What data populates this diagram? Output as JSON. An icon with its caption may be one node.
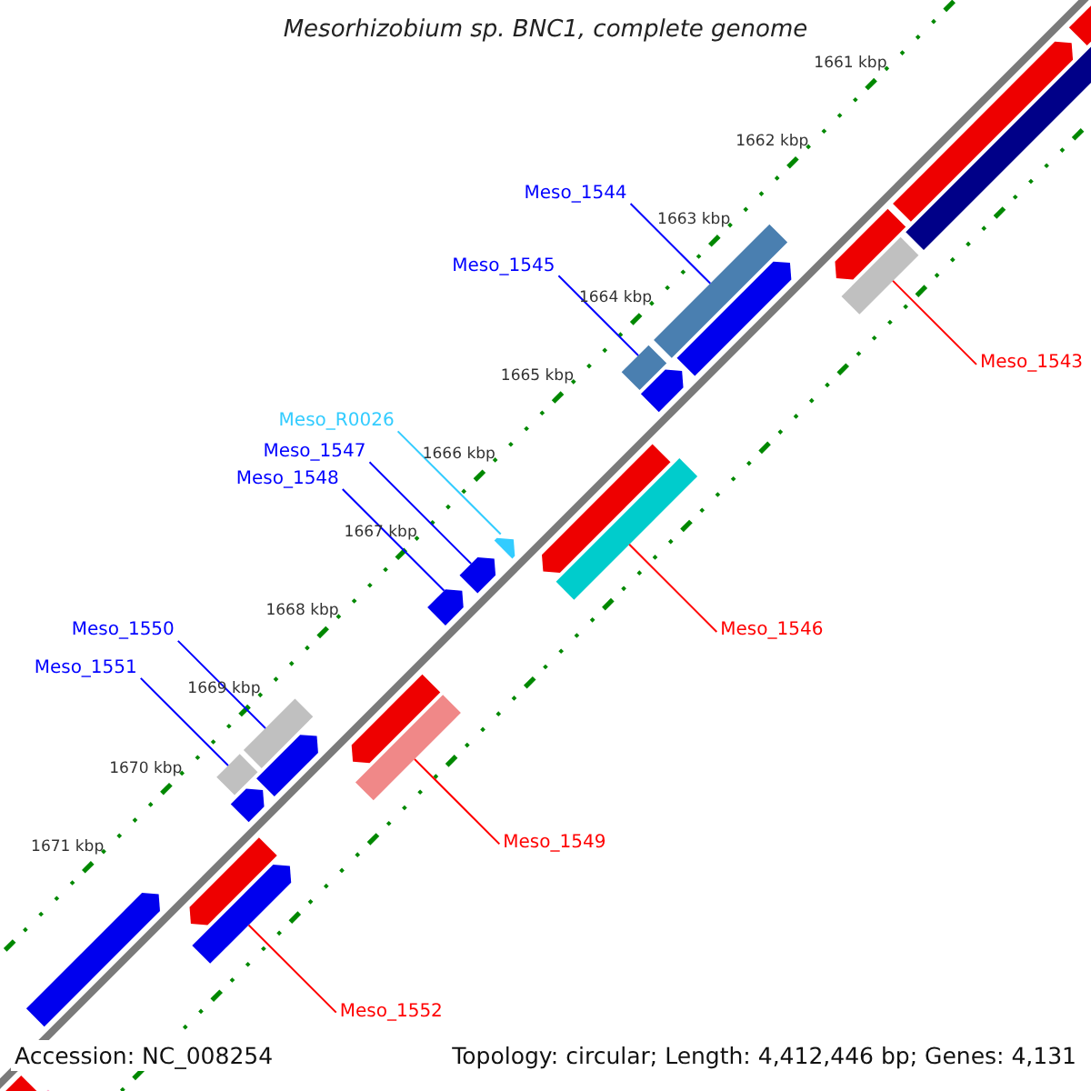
{
  "diagram": {
    "title": "Mesorhizobium sp. BNC1, complete genome",
    "nodes": [
      {
        "text": [
          "Meso_1544"
        ]
      },
      {
        "text": [
          "Meso_1545"
        ]
      },
      {
        "text": [
          "Meso_1543"
        ]
      },
      {
        "text": [
          "Meso_R0026"
        ]
      },
      {
        "text": [
          "Meso_1547"
        ]
      },
      {
        "text": [
          "Meso_1548"
        ]
      },
      {
        "text": [
          "Meso_1546"
        ]
      },
      {
        "text": [
          "Meso_1550"
        ]
      },
      {
        "text": [
          "Meso_1551"
        ]
      },
      {
        "text": [
          "Meso_1549"
        ]
      },
      {
        "text": [
          "Meso_1552"
        ]
      },
      {
        "text": [],
        "shape": "bar"
      },
      {
        "text": [],
        "shape": "bar"
      },
      {
        "text": [],
        "shape": "bar"
      },
      {
        "text": [],
        "shape": "bar"
      },
      {
        "text": [],
        "shape": "bar"
      },
      {
        "text": [],
        "shape": "bar"
      },
      {
        "text": [],
        "shape": "bar"
      },
      {
        "text": [],
        "shape": "bar"
      },
      {
        "text": [],
        "shape": "bar"
      },
      {
        "text": [],
        "shape": "bar"
      },
      {
        "text": [],
        "shape": "bar"
      },
      {
        "text": [],
        "shape": "bar"
      },
      {
        "text": [],
        "shape": "bar"
      },
      {
        "text": [],
        "shape": "bar"
      },
      {
        "text": [],
        "shape": "bar"
      },
      {
        "text": [],
        "shape": "bar"
      },
      {
        "text": [],
        "shape": "bar"
      },
      {
        "text": [],
        "shape": "bar"
      },
      {
        "text": [],
        "shape": "bar"
      },
      {
        "text": [],
        "shape": "bar"
      },
      {
        "text": [],
        "shape": "bar"
      },
      {
        "text": [],
        "shape": "bar"
      },
      {
        "text": [],
        "shape": "bar"
      },
      {
        "text": [],
        "shape": "bar"
      },
      {
        "text": [],
        "shape": "bar"
      }
    ],
    "edges": [
      {
        "from": 0,
        "to": 11,
        "arrow": "none"
      },
      {
        "from": 1,
        "to": 12,
        "arrow": "none"
      },
      {
        "from": 2,
        "to": 13,
        "arrow": "none",
        "color": "#ff0000"
      },
      {
        "from": 3,
        "to": 14,
        "arrow": "none",
        "color": "#33ccff"
      },
      {
        "from": 4,
        "to": 15,
        "arrow": "none"
      },
      {
        "from": 5,
        "to": 16,
        "arrow": "none"
      },
      {
        "from": 6,
        "to": 17,
        "arrow": "none",
        "color": "#ff0000"
      },
      {
        "from": 7,
        "to": 18,
        "arrow": "none"
      },
      {
        "from": 8,
        "to": 19,
        "arrow": "none"
      },
      {
        "from": 9,
        "to": 20,
        "arrow": "none",
        "color": "#ff0000"
      },
      {
        "from": 10,
        "to": 21,
        "arrow": "none",
        "color": "#ff0000"
      }
    ],
    "labels": [
      "1661 kbp",
      "1662 kbp",
      "1663 kbp",
      "1664 kbp",
      "1665 kbp",
      "1666 kbp",
      "1667 kbp",
      "1668 kbp",
      "1669 kbp",
      "1670 kbp",
      "1671 kbp",
      "Accession: NC_008254",
      "Topology: circular; Length: 4,412,446 bp; Genes: 4,131"
    ]
  }
}
